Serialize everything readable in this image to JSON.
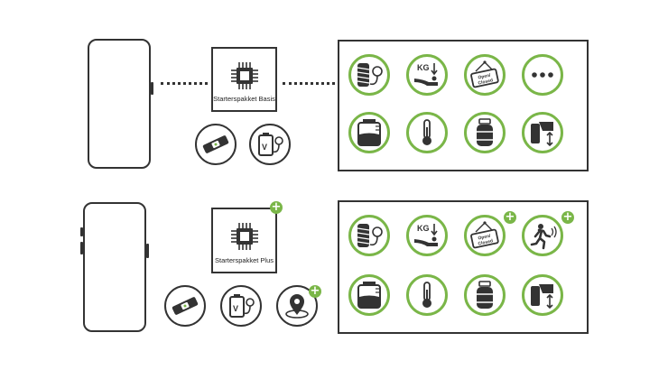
{
  "top": {
    "package_label": "Starterspakket Basis",
    "icons": [
      "tire-pressure-icon",
      "weight-scale-icon",
      "open-closed-sign-icon",
      "more-dots-icon",
      "water-tank-icon",
      "thermometer-icon",
      "gas-bottle-icon",
      "tire-lift-icon"
    ],
    "accessories": [
      "spirit-level-icon",
      "battery-voltage-icon"
    ]
  },
  "bottom": {
    "package_label": "Starterspakket Plus",
    "icons": [
      "tire-pressure-icon",
      "weight-scale-icon",
      "open-closed-sign-icon",
      "motion-sensor-icon",
      "water-tank-icon",
      "thermometer-icon",
      "gas-bottle-icon",
      "tire-lift-icon"
    ],
    "accessories": [
      "spirit-level-icon",
      "battery-voltage-icon",
      "gps-location-icon"
    ]
  },
  "icon_text": {
    "kg": "KG",
    "sign": "Open/ Closed",
    "volt": "V"
  },
  "colors": {
    "accent": "#7ab648",
    "stroke": "#333333"
  }
}
